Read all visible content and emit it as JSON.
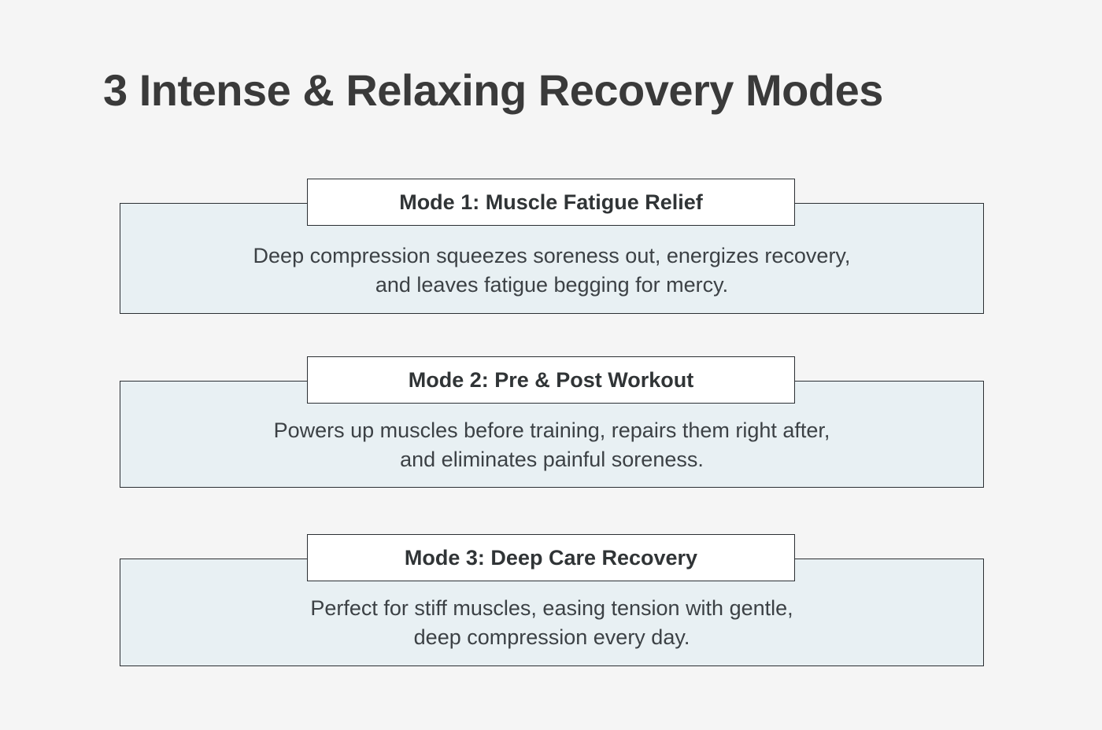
{
  "page": {
    "title": "3 Intense & Relaxing Recovery Modes",
    "background_color": "#f5f5f5",
    "card_fill_color": "#e8f0f3",
    "border_color": "#2b2f33",
    "title_color": "#3a3a3a",
    "body_text_color": "#3c4145"
  },
  "modes": [
    {
      "label": "Mode 1: Muscle Fatigue Relief",
      "description": "Deep compression squeezes soreness out, energizes recovery,\nand leaves fatigue begging for mercy."
    },
    {
      "label": "Mode 2: Pre & Post Workout",
      "description": "Powers up muscles before training, repairs them right after,\nand eliminates painful soreness."
    },
    {
      "label": "Mode 3: Deep Care Recovery",
      "description": "Perfect for stiff muscles, easing tension with gentle,\ndeep compression every day."
    }
  ]
}
